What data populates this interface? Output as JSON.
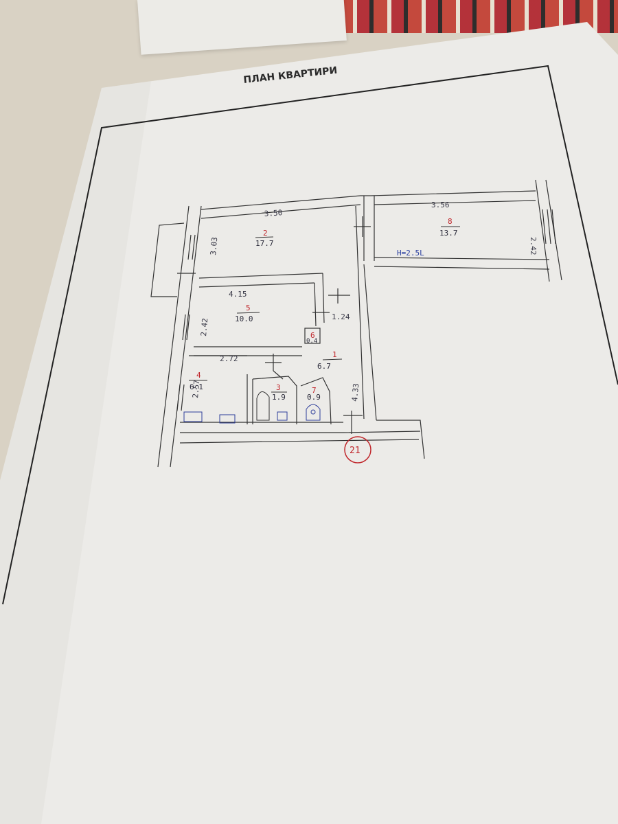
{
  "document": {
    "title": "ПЛАН КВАРТИРИ",
    "height_note": "H=2.5L",
    "entrance_marker": "21"
  },
  "rooms": [
    {
      "id": "1",
      "area": "6.7"
    },
    {
      "id": "2",
      "area": "17.7"
    },
    {
      "id": "3",
      "area": "1.9"
    },
    {
      "id": "4",
      "area": "6.1"
    },
    {
      "id": "5",
      "area": "10.0"
    },
    {
      "id": "6",
      "area": "0.4"
    },
    {
      "id": "7",
      "area": "0.9"
    },
    {
      "id": "8",
      "area": "13.7"
    }
  ],
  "dimensions": {
    "room2_width": "3.50",
    "room2_depth": "3.03",
    "room8_width": "3.56",
    "room8_depth": "2.42",
    "room5_width": "4.15",
    "room5_depth": "2.42",
    "corridor_width": "1.24",
    "room4_width": "2.72",
    "room4_depth": "2.57",
    "room1_depth": "4.33"
  }
}
